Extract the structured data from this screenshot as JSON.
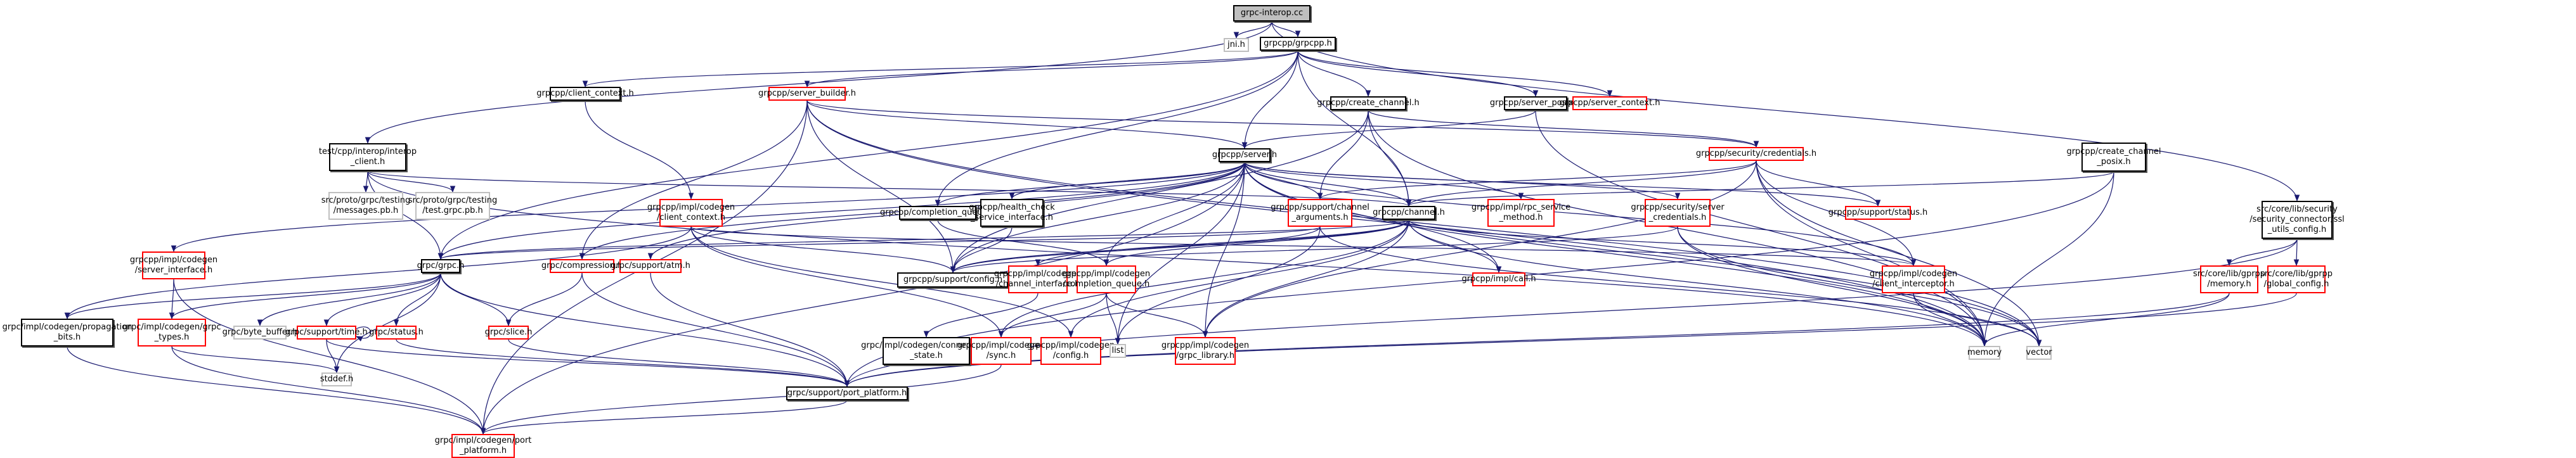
{
  "graph": {
    "title": "grpc-interop.cc include dependency graph",
    "edge_color": "#191970",
    "colors": {
      "normal_border": "#000000",
      "link_missing_border": "#ff0000",
      "external_border": "#bfbfbf",
      "root_fill": "#bfbfbf"
    },
    "nodes": [
      {
        "id": "root",
        "label": "grpc-interop.cc",
        "kind": "root"
      },
      {
        "id": "jni",
        "label": "jni.h",
        "kind": "gray"
      },
      {
        "id": "grpcpp",
        "label": "grpcpp/grpcpp.h",
        "kind": "normal"
      },
      {
        "id": "client_context",
        "label": "grpcpp/client_context.h",
        "kind": "normal"
      },
      {
        "id": "server_builder",
        "label": "grpcpp/server_builder.h",
        "kind": "red"
      },
      {
        "id": "create_channel",
        "label": "grpcpp/create_channel.h",
        "kind": "normal"
      },
      {
        "id": "server_posix",
        "label": "grpcpp/server_posix.h",
        "kind": "normal"
      },
      {
        "id": "server_context",
        "label": "grpcpp/server_context.h",
        "kind": "red"
      },
      {
        "id": "interop_client",
        "label": "test/cpp/interop/interop\n_client.h",
        "kind": "normal"
      },
      {
        "id": "server",
        "label": "grpcpp/server.h",
        "kind": "normal"
      },
      {
        "id": "credentials",
        "label": "grpcpp/security/credentials.h",
        "kind": "red"
      },
      {
        "id": "create_channel_posix",
        "label": "grpcpp/create_channel\n_posix.h",
        "kind": "normal"
      },
      {
        "id": "ssl_utils",
        "label": "src/core/lib/security\n/security_connector/ssl\n_utils_config.h",
        "kind": "normal"
      },
      {
        "id": "messages_pb",
        "label": "src/proto/grpc/testing\n/messages.pb.h",
        "kind": "gray"
      },
      {
        "id": "test_grpc_pb",
        "label": "src/proto/grpc/testing\n/test.grpc.pb.h",
        "kind": "gray"
      },
      {
        "id": "codegen_client_context",
        "label": "grpcpp/impl/codegen\n/client_context.h",
        "kind": "red"
      },
      {
        "id": "completion_queue",
        "label": "grpcpp/completion_queue.h",
        "kind": "normal"
      },
      {
        "id": "health_check",
        "label": "grpcpp/health_check\n_service_interface.h",
        "kind": "normal"
      },
      {
        "id": "channel_arguments",
        "label": "grpcpp/support/channel\n_arguments.h",
        "kind": "red"
      },
      {
        "id": "channel",
        "label": "grpcpp/channel.h",
        "kind": "normal"
      },
      {
        "id": "rpc_service_method",
        "label": "grpcpp/impl/rpc_service\n_method.h",
        "kind": "red"
      },
      {
        "id": "server_credentials",
        "label": "grpcpp/security/server\n_credentials.h",
        "kind": "red"
      },
      {
        "id": "status",
        "label": "grpcpp/support/status.h",
        "kind": "red"
      },
      {
        "id": "server_interface",
        "label": "grpcpp/impl/codegen\n/server_interface.h",
        "kind": "red"
      },
      {
        "id": "grpc_h",
        "label": "grpc/grpc.h",
        "kind": "normal"
      },
      {
        "id": "compression",
        "label": "grpc/compression.h",
        "kind": "red"
      },
      {
        "id": "atm",
        "label": "grpc/support/atm.h",
        "kind": "red"
      },
      {
        "id": "config",
        "label": "grpcpp/support/config.h",
        "kind": "normal"
      },
      {
        "id": "channel_interface",
        "label": "grpcpp/impl/codegen\n/channel_interface.h",
        "kind": "red"
      },
      {
        "id": "codegen_cq",
        "label": "grpcpp/impl/codegen\n/completion_queue.h",
        "kind": "red"
      },
      {
        "id": "call",
        "label": "grpcpp/impl/call.h",
        "kind": "red"
      },
      {
        "id": "client_interceptor",
        "label": "grpcpp/impl/codegen\n/client_interceptor.h",
        "kind": "red"
      },
      {
        "id": "gprpp_memory",
        "label": "src/core/lib/gprpp\n/memory.h",
        "kind": "red"
      },
      {
        "id": "global_config",
        "label": "src/core/lib/gprpp\n/global_config.h",
        "kind": "red"
      },
      {
        "id": "propagation_bits",
        "label": "grpc/impl/codegen/propagation\n_bits.h",
        "kind": "normal"
      },
      {
        "id": "grpc_types",
        "label": "grpc/impl/codegen/grpc\n_types.h",
        "kind": "red"
      },
      {
        "id": "byte_buffer",
        "label": "grpc/byte_buffer.h",
        "kind": "gray"
      },
      {
        "id": "time",
        "label": "grpc/support/time.h",
        "kind": "red"
      },
      {
        "id": "status_h",
        "label": "grpc/status.h",
        "kind": "red"
      },
      {
        "id": "slice",
        "label": "grpc/slice.h",
        "kind": "red"
      },
      {
        "id": "connectivity_state",
        "label": "grpc/impl/codegen/connectivity\n_state.h",
        "kind": "normal"
      },
      {
        "id": "sync",
        "label": "grpcpp/impl/codegen\n/sync.h",
        "kind": "red"
      },
      {
        "id": "codegen_config",
        "label": "grpcpp/impl/codegen\n/config.h",
        "kind": "red"
      },
      {
        "id": "list",
        "label": "list",
        "kind": "gray"
      },
      {
        "id": "grpc_library",
        "label": "grpcpp/impl/codegen\n/grpc_library.h",
        "kind": "red"
      },
      {
        "id": "memory",
        "label": "memory",
        "kind": "gray"
      },
      {
        "id": "vector",
        "label": "vector",
        "kind": "gray"
      },
      {
        "id": "stddef",
        "label": "stddef.h",
        "kind": "gray"
      },
      {
        "id": "port_platform",
        "label": "grpc/support/port_platform.h",
        "kind": "normal"
      },
      {
        "id": "codegen_port_platform",
        "label": "grpc/impl/codegen/port\n_platform.h",
        "kind": "red"
      }
    ],
    "edges": [
      [
        "root",
        "jni"
      ],
      [
        "root",
        "grpcpp"
      ],
      [
        "root",
        "interop_client"
      ],
      [
        "root",
        "ssl_utils"
      ],
      [
        "grpcpp",
        "client_context"
      ],
      [
        "grpcpp",
        "server_builder"
      ],
      [
        "grpcpp",
        "create_channel"
      ],
      [
        "grpcpp",
        "server_posix"
      ],
      [
        "grpcpp",
        "server_context"
      ],
      [
        "grpcpp",
        "server"
      ],
      [
        "grpcpp",
        "channel"
      ],
      [
        "grpcpp",
        "completion_queue"
      ],
      [
        "grpcpp",
        "grpc_h"
      ],
      [
        "client_context",
        "codegen_client_context"
      ],
      [
        "server_builder",
        "server"
      ],
      [
        "server_builder",
        "credentials"
      ],
      [
        "server_builder",
        "codegen_port_platform"
      ],
      [
        "server_builder",
        "compression"
      ],
      [
        "server_builder",
        "config"
      ],
      [
        "server_builder",
        "memory"
      ],
      [
        "server_builder",
        "vector"
      ],
      [
        "create_channel",
        "channel"
      ],
      [
        "create_channel",
        "channel_arguments"
      ],
      [
        "create_channel",
        "credentials"
      ],
      [
        "create_channel",
        "memory"
      ],
      [
        "create_channel",
        "config"
      ],
      [
        "server_posix",
        "server"
      ],
      [
        "server_posix",
        "memory"
      ],
      [
        "interop_client",
        "messages_pb"
      ],
      [
        "interop_client",
        "test_grpc_pb"
      ],
      [
        "interop_client",
        "grpc_h"
      ],
      [
        "interop_client",
        "channel"
      ],
      [
        "interop_client",
        "memory"
      ],
      [
        "server",
        "completion_queue"
      ],
      [
        "server",
        "health_check"
      ],
      [
        "server",
        "channel_arguments"
      ],
      [
        "server",
        "channel"
      ],
      [
        "server",
        "rpc_service_method"
      ],
      [
        "server",
        "server_credentials"
      ],
      [
        "server",
        "status"
      ],
      [
        "server",
        "server_interface"
      ],
      [
        "server",
        "grpc_h"
      ],
      [
        "server",
        "compression"
      ],
      [
        "server",
        "atm"
      ],
      [
        "server",
        "config"
      ],
      [
        "server",
        "codegen_cq"
      ],
      [
        "server",
        "client_interceptor"
      ],
      [
        "server",
        "call"
      ],
      [
        "server",
        "grpc_library"
      ],
      [
        "server",
        "list"
      ],
      [
        "server",
        "memory"
      ],
      [
        "server",
        "vector"
      ],
      [
        "server",
        "codegen_port_platform"
      ],
      [
        "credentials",
        "channel"
      ],
      [
        "credentials",
        "channel_arguments"
      ],
      [
        "credentials",
        "status"
      ],
      [
        "credentials",
        "client_interceptor"
      ],
      [
        "credentials",
        "grpc_library"
      ],
      [
        "credentials",
        "memory"
      ],
      [
        "credentials",
        "vector"
      ],
      [
        "create_channel_posix",
        "channel"
      ],
      [
        "create_channel_posix",
        "port_platform"
      ],
      [
        "create_channel_posix",
        "memory"
      ],
      [
        "ssl_utils",
        "gprpp_memory"
      ],
      [
        "ssl_utils",
        "global_config"
      ],
      [
        "ssl_utils",
        "port_platform"
      ],
      [
        "codegen_client_context",
        "propagation_bits"
      ],
      [
        "codegen_client_context",
        "config"
      ],
      [
        "codegen_client_context",
        "client_interceptor"
      ],
      [
        "codegen_client_context",
        "sync"
      ],
      [
        "codegen_client_context",
        "codegen_config"
      ],
      [
        "completion_queue",
        "codegen_cq"
      ],
      [
        "health_check",
        "config"
      ],
      [
        "channel_arguments",
        "grpc_h"
      ],
      [
        "channel_arguments",
        "config"
      ],
      [
        "channel_arguments",
        "list"
      ],
      [
        "channel_arguments",
        "vector"
      ],
      [
        "channel",
        "grpc_h"
      ],
      [
        "channel",
        "config"
      ],
      [
        "channel",
        "channel_interface"
      ],
      [
        "channel",
        "codegen_cq"
      ],
      [
        "channel",
        "call"
      ],
      [
        "channel",
        "client_interceptor"
      ],
      [
        "channel",
        "sync"
      ],
      [
        "channel",
        "codegen_config"
      ],
      [
        "channel",
        "grpc_library"
      ],
      [
        "channel",
        "memory"
      ],
      [
        "server_credentials",
        "config"
      ],
      [
        "server_credentials",
        "memory"
      ],
      [
        "server_credentials",
        "vector"
      ],
      [
        "server_interface",
        "grpc_types"
      ],
      [
        "server_interface",
        "codegen_port_platform"
      ],
      [
        "grpc_h",
        "propagation_bits"
      ],
      [
        "grpc_h",
        "grpc_types"
      ],
      [
        "grpc_h",
        "byte_buffer"
      ],
      [
        "grpc_h",
        "time"
      ],
      [
        "grpc_h",
        "status_h"
      ],
      [
        "grpc_h",
        "slice"
      ],
      [
        "grpc_h",
        "stddef"
      ],
      [
        "grpc_h",
        "port_platform"
      ],
      [
        "compression",
        "slice"
      ],
      [
        "compression",
        "port_platform"
      ],
      [
        "atm",
        "port_platform"
      ],
      [
        "channel_interface",
        "connectivity_state"
      ],
      [
        "codegen_cq",
        "sync"
      ],
      [
        "codegen_cq",
        "list"
      ],
      [
        "codegen_cq",
        "grpc_library"
      ],
      [
        "client_interceptor",
        "memory"
      ],
      [
        "client_interceptor",
        "vector"
      ],
      [
        "gprpp_memory",
        "memory"
      ],
      [
        "gprpp_memory",
        "port_platform"
      ],
      [
        "global_config",
        "port_platform"
      ],
      [
        "propagation_bits",
        "codegen_port_platform"
      ],
      [
        "grpc_types",
        "codegen_port_platform"
      ],
      [
        "grpc_types",
        "stddef"
      ],
      [
        "time",
        "time"
      ],
      [
        "time",
        "stddef"
      ],
      [
        "time",
        "port_platform"
      ],
      [
        "status_h",
        "port_platform"
      ],
      [
        "slice",
        "port_platform"
      ],
      [
        "sync",
        "codegen_port_platform"
      ],
      [
        "port_platform",
        "codegen_port_platform"
      ]
    ]
  }
}
